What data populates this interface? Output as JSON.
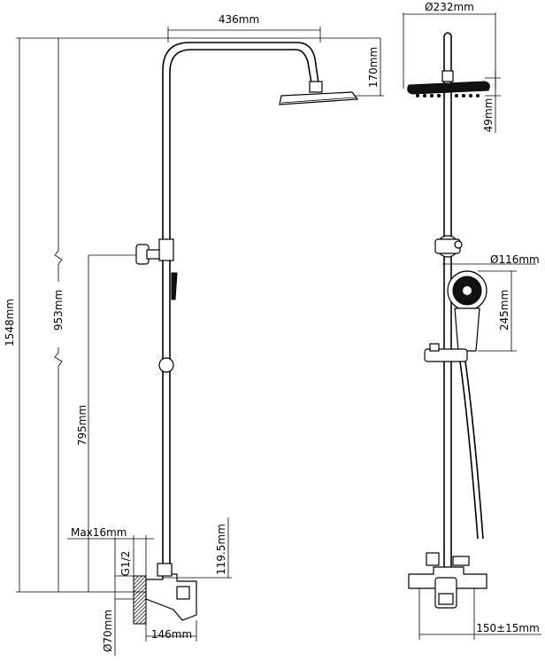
{
  "figure": {
    "type": "technical drawing - rain shower column with mixer",
    "views": [
      "front elevation",
      "side elevation"
    ]
  },
  "dimensions": {
    "arm_length": "436mm",
    "head_drop": "170mm",
    "head_diameter": "Ø232mm",
    "head_thickness": "49mm",
    "hand_shower_diameter": "Ø116mm",
    "hand_shower_length": "245mm",
    "total_height": "1548mm",
    "adjustable_height": "953mm",
    "mixer_to_bracket": "795mm",
    "wall_thickness_max": "Max16mm",
    "thread": "G1/2",
    "mixer_height": "119.5mm",
    "escutcheon": "Ø70mm",
    "mixer_projection": "146mm",
    "center_distance": "150±15mm"
  }
}
